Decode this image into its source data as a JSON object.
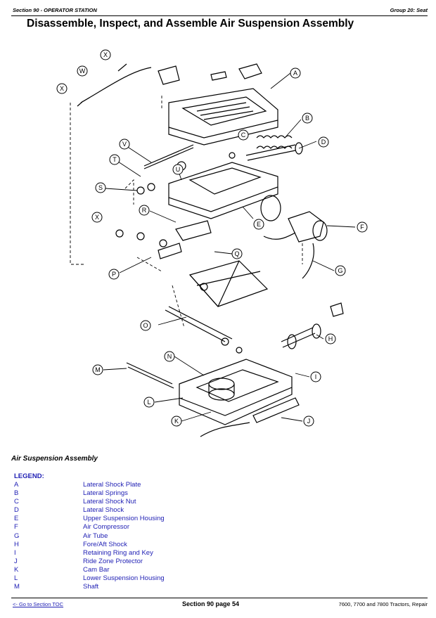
{
  "header": {
    "section": "Section 90 - OPERATOR STATION",
    "group": "Group 20: Seat"
  },
  "title": "Disassemble, Inspect, and Assemble Air Suspension Assembly",
  "callouts": [
    "X",
    "W",
    "X",
    "A",
    "B",
    "C",
    "D",
    "V",
    "T",
    "U",
    "S",
    "X",
    "R",
    "E",
    "F",
    "Q",
    "P",
    "G",
    "O",
    "H",
    "N",
    "M",
    "I",
    "L",
    "K",
    "J"
  ],
  "caption": "Air Suspension Assembly",
  "legend": {
    "heading": "LEGEND:",
    "items": [
      {
        "key": "A",
        "text": "Lateral Shock Plate"
      },
      {
        "key": "B",
        "text": "Lateral Springs"
      },
      {
        "key": "C",
        "text": "Lateral Shock Nut"
      },
      {
        "key": "D",
        "text": "Lateral Shock"
      },
      {
        "key": "E",
        "text": "Upper Suspension Housing"
      },
      {
        "key": "F",
        "text": "Air Compressor"
      },
      {
        "key": "G",
        "text": "Air Tube"
      },
      {
        "key": "H",
        "text": "Fore/Aft Shock"
      },
      {
        "key": "I",
        "text": "Retaining Ring and Key"
      },
      {
        "key": "J",
        "text": "Ride Zone Protector"
      },
      {
        "key": "K",
        "text": "Cam Bar"
      },
      {
        "key": "L",
        "text": "Lower Suspension Housing"
      },
      {
        "key": "M",
        "text": "Shaft"
      }
    ]
  },
  "footer": {
    "toc_link": "<- Go to Section TOC",
    "page": "Section 90 page 54",
    "model": "7600, 7700 and 7800 Tractors, Repair"
  }
}
